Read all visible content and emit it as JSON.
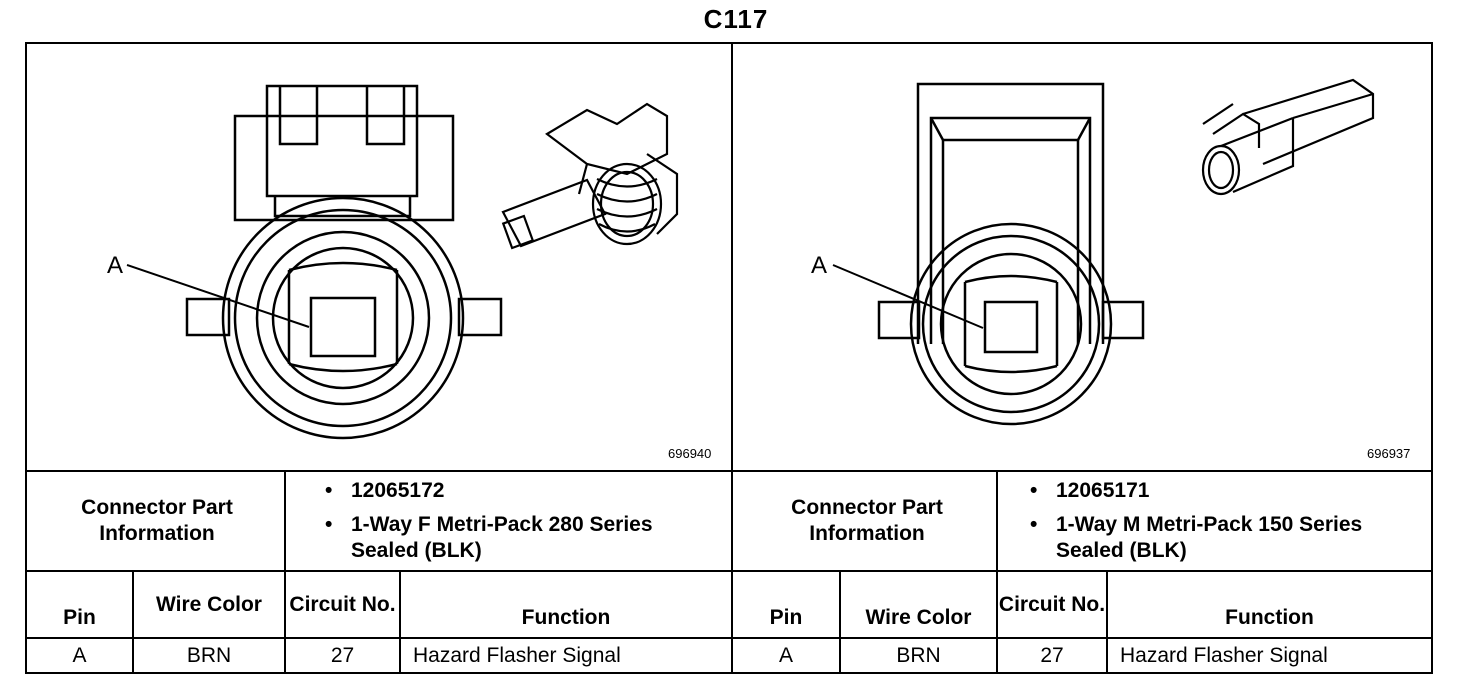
{
  "title": "C117",
  "connectors": [
    {
      "callout": "A",
      "figure_code": "696940",
      "info_label": "Connector Part Information",
      "part_number": "12065172",
      "description_line1": "1-Way F Metri-Pack 280 Series",
      "description_line2": "Sealed (BLK)",
      "headers": {
        "pin": "Pin",
        "wire_color": "Wire Color",
        "circuit": "Circuit No.",
        "function": "Function"
      },
      "rows": [
        {
          "pin": "A",
          "wire_color": "BRN",
          "circuit": "27",
          "function": "Hazard Flasher Signal"
        }
      ]
    },
    {
      "callout": "A",
      "figure_code": "696937",
      "info_label": "Connector Part Information",
      "part_number": "12065171",
      "description_line1": "1-Way M Metri-Pack 150 Series",
      "description_line2": "Sealed (BLK)",
      "headers": {
        "pin": "Pin",
        "wire_color": "Wire Color",
        "circuit": "Circuit No.",
        "function": "Function"
      },
      "rows": [
        {
          "pin": "A",
          "wire_color": "BRN",
          "circuit": "27",
          "function": "Hazard Flasher Signal"
        }
      ]
    }
  ],
  "bullet": "•"
}
